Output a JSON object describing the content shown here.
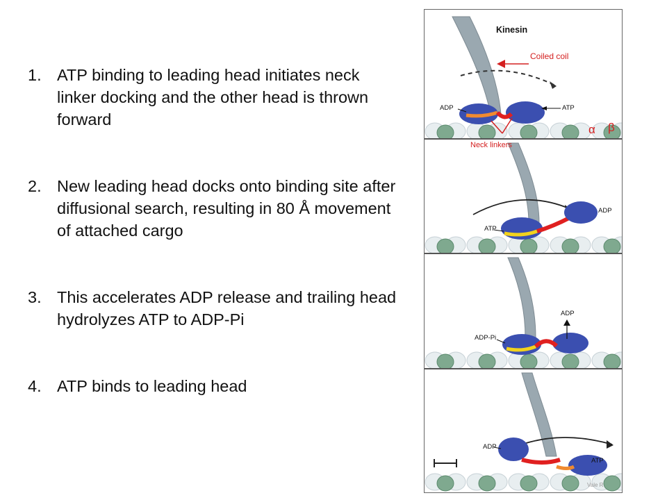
{
  "steps": [
    {
      "number": "1.",
      "text": "ATP binding to leading head initiates neck linker docking and the other head is thrown forward"
    },
    {
      "number": "2.",
      "text": "New leading head docks onto binding site after diffusional search, resulting in 80 Å movement of attached cargo"
    },
    {
      "number": "3.",
      "text": "This accelerates ADP release and trailing head hydrolyzes ATP to ADP-Pi"
    },
    {
      "number": "4.",
      "text": "ATP binds to leading head"
    }
  ],
  "figure": {
    "title": "Kinesin",
    "annotations": {
      "coiled_coil": "Coiled coil",
      "neck_linkers": "Neck linkers",
      "alpha": "α",
      "beta": "β"
    },
    "panel1": {
      "left_label": "ADP",
      "right_label": "ATP"
    },
    "panel2": {
      "left_label": "ATP",
      "right_label": "ADP"
    },
    "panel3": {
      "left_label": "ADP-Pi",
      "top_label": "ADP"
    },
    "panel4": {
      "left_label": "ADP",
      "right_label": "ATP"
    },
    "watermark": "Vale R"
  },
  "colors": {
    "annotation_red": "#d42020",
    "head_blue": "#3b4fb0",
    "microtubule_green": "#7fa98f",
    "stalk_gray": "#9aa8b0"
  }
}
